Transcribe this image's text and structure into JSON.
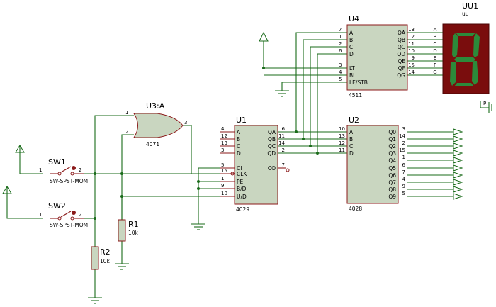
{
  "u4": {
    "ref": "U4",
    "part": "4511",
    "left": [
      {
        "num": "7",
        "label": "A"
      },
      {
        "num": "1",
        "label": "B"
      },
      {
        "num": "2",
        "label": "C"
      },
      {
        "num": "6",
        "label": "D"
      },
      {
        "num": "3",
        "label": "LT"
      },
      {
        "num": "4",
        "label": "BI"
      },
      {
        "num": "5",
        "label": "LE/STB"
      }
    ],
    "right": [
      {
        "num": "13",
        "label": "QA"
      },
      {
        "num": "12",
        "label": "QB"
      },
      {
        "num": "11",
        "label": "QC"
      },
      {
        "num": "10",
        "label": "QD"
      },
      {
        "num": "9",
        "label": "QE"
      },
      {
        "num": "15",
        "label": "QF"
      },
      {
        "num": "14",
        "label": "QG"
      }
    ]
  },
  "uu1": {
    "ref": "UU1",
    "sub": "uu",
    "pin": "P",
    "segments": [
      "A",
      "B",
      "C",
      "D",
      "E",
      "F",
      "G"
    ],
    "digit": "8"
  },
  "u3": {
    "ref": "U3:A",
    "part": "4071",
    "in": [
      "1",
      "2"
    ],
    "out": "3"
  },
  "u1": {
    "ref": "U1",
    "part": "4029",
    "left": [
      {
        "num": "4",
        "label": "A"
      },
      {
        "num": "12",
        "label": "B"
      },
      {
        "num": "13",
        "label": "C"
      },
      {
        "num": "3",
        "label": "D"
      },
      {
        "num": "5",
        "label": "CI"
      },
      {
        "num": "15",
        "label": "CLK"
      },
      {
        "num": "1",
        "label": "PE"
      },
      {
        "num": "9",
        "label": "B/D"
      },
      {
        "num": "10",
        "label": "U/D"
      }
    ],
    "right": [
      {
        "num": "6",
        "label": "QA"
      },
      {
        "num": "11",
        "label": "QB"
      },
      {
        "num": "14",
        "label": "QC"
      },
      {
        "num": "2",
        "label": "QD"
      },
      {
        "num": "7",
        "label": "CO"
      }
    ]
  },
  "u2": {
    "ref": "U2",
    "part": "4028",
    "left": [
      {
        "num": "10",
        "label": "A"
      },
      {
        "num": "13",
        "label": "B"
      },
      {
        "num": "12",
        "label": "C"
      },
      {
        "num": "11",
        "label": "D"
      }
    ],
    "right": [
      {
        "num": "3",
        "label": "Q0"
      },
      {
        "num": "14",
        "label": "Q1"
      },
      {
        "num": "2",
        "label": "Q2"
      },
      {
        "num": "15",
        "label": "Q3"
      },
      {
        "num": "1",
        "label": "Q4"
      },
      {
        "num": "6",
        "label": "Q5"
      },
      {
        "num": "7",
        "label": "Q6"
      },
      {
        "num": "4",
        "label": "Q7"
      },
      {
        "num": "9",
        "label": "Q8"
      },
      {
        "num": "5",
        "label": "Q9"
      }
    ]
  },
  "sw1": {
    "ref": "SW1",
    "part": "SW-SPST-MOM",
    "pin1": "1",
    "pin2": "2"
  },
  "sw2": {
    "ref": "SW2",
    "part": "SW-SPST-MOM",
    "pin1": "1",
    "pin2": "2"
  },
  "r1": {
    "ref": "R1",
    "value": "10k"
  },
  "r2": {
    "ref": "R2",
    "value": "10k"
  }
}
